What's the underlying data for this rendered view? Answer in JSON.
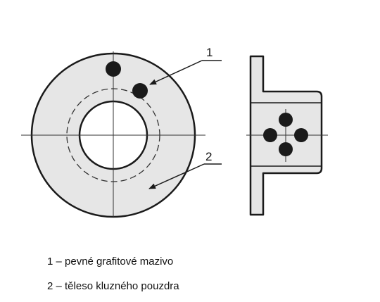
{
  "callouts": {
    "lubricant_number": "1",
    "body_number": "2"
  },
  "legend": {
    "items": [
      {
        "label": "1 – pevné grafitové mazivo"
      },
      {
        "label": "2 – těleso kluzného pouzdra"
      }
    ]
  },
  "colors": {
    "body_fill": "#e6e6e6",
    "outline": "#1a1a1a",
    "lubricant_fill": "#1a1a1a",
    "background": "#ffffff"
  }
}
